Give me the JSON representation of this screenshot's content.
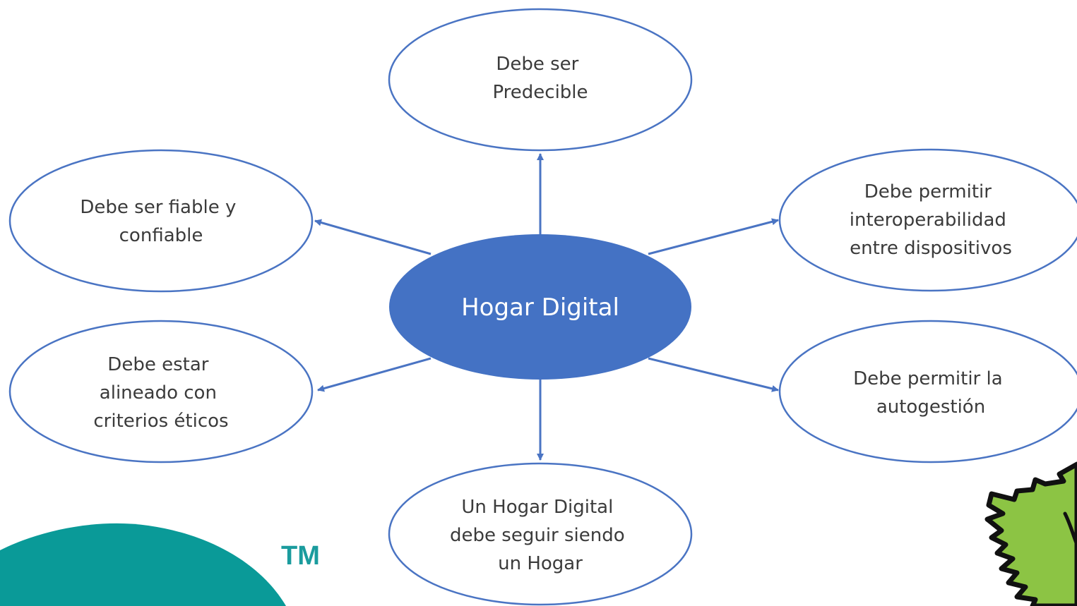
{
  "diagram": {
    "center": {
      "label": "Hogar Digital"
    },
    "nodes": [
      {
        "id": "top",
        "lines": [
          "Debe ser",
          "Predecible"
        ]
      },
      {
        "id": "upper-left",
        "lines": [
          "Debe ser fiable y",
          "confiable"
        ]
      },
      {
        "id": "upper-right",
        "lines": [
          "Debe permitir",
          "interoperabilidad",
          "entre dispositivos"
        ]
      },
      {
        "id": "lower-left",
        "lines": [
          "Debe estar",
          "alineado con",
          "criterios éticos"
        ]
      },
      {
        "id": "lower-right",
        "lines": [
          "Debe permitir la",
          "autogestión"
        ]
      },
      {
        "id": "bottom",
        "lines": [
          "Un Hogar Digital",
          "debe seguir siendo",
          "un Hogar"
        ]
      }
    ]
  },
  "branding": {
    "trademark": "TM"
  },
  "colors": {
    "center_fill": "#4472c4",
    "outline": "#4a74c3",
    "arrow": "#4a74c3",
    "teal_shape": "#0a9a98",
    "leaf_green": "#8cc444",
    "text": "#3b3b3b"
  }
}
